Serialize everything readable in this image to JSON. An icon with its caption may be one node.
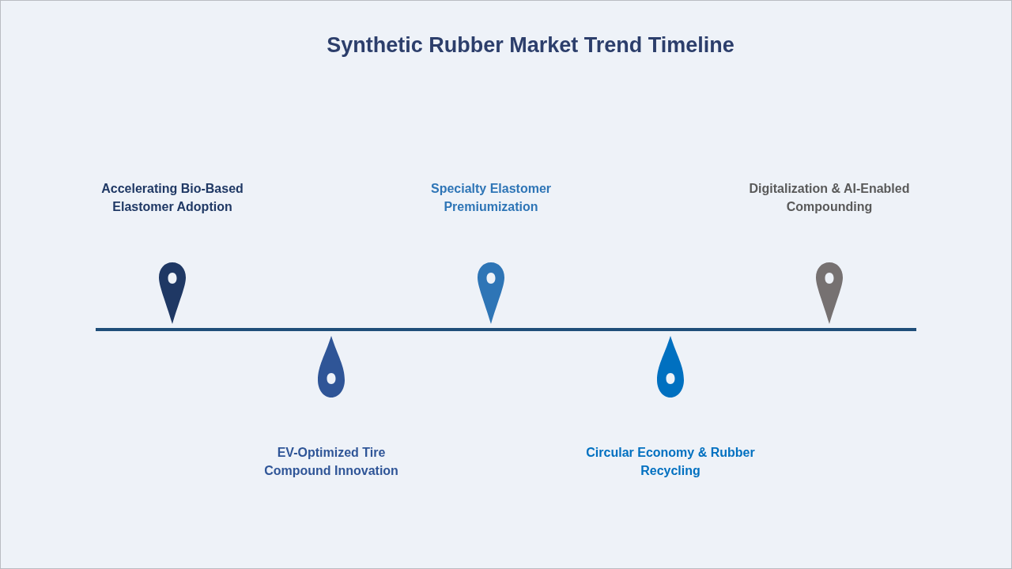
{
  "diagram": {
    "title": "Synthetic Rubber Market Trend Timeline",
    "labels": [
      "Accelerating Bio-Based Elastomer Adoption",
      "EV-Optimized Tire Compound Innovation",
      "Specialty Elastomer Premiumization",
      "Circular Economy & Rubber Recycling",
      "Digitalization & AI-Enabled Compounding"
    ]
  }
}
